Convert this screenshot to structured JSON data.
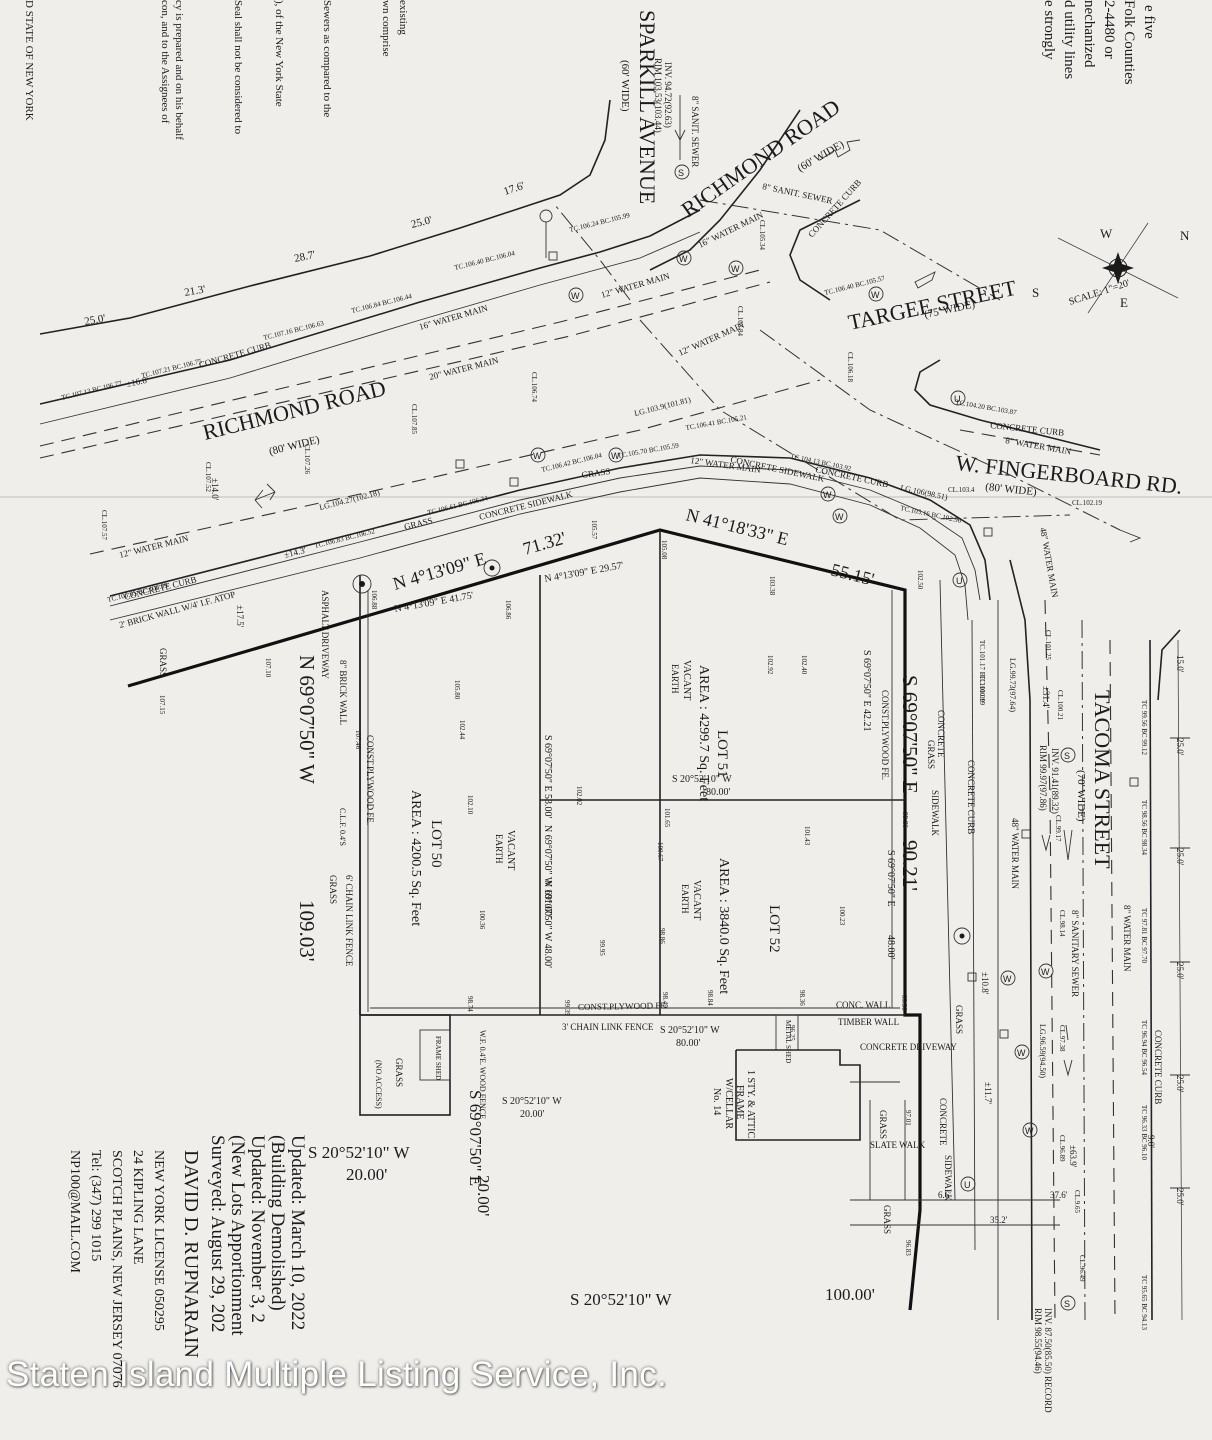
{
  "watermark": "Staten Island Multiple Listing Service, Inc.",
  "streets": {
    "sparkill_avenue": "SPARKILL AVENUE",
    "sparkill_width": "(60' WIDE)",
    "richmond_road_upper": "RICHMOND ROAD",
    "richmond_road_upper_width": "(60' WIDE)",
    "richmond_road_main": "RICHMOND ROAD",
    "richmond_road_main_width": "(80' WIDE)",
    "targee_street": "TARGEE STREET",
    "targee_width": "(75' WIDE)",
    "fingerboard": "W. FINGERBOARD RD.",
    "fingerboard_width": "(80' WIDE)",
    "tacoma_street": "TACOMA STREET",
    "tacoma_width": "(70' WIDE)"
  },
  "scale": "SCALE: 1\"=20'",
  "compass": {
    "n": "N",
    "s": "S",
    "e": "E",
    "w": "W"
  },
  "boundary": {
    "north_bearing": "N 4°13'09\" E",
    "north_dist": "71.32'",
    "ne_bearing": "N 41°18'33\" E",
    "ne_dist": "55.15'",
    "east_bearing": "S 69°07'50\" E",
    "east_dist": "90.21'",
    "west_bearing": "N 69°07'50\" W",
    "west_dist": "109.03'",
    "south_bearing": "S 20°52'10\" W",
    "south_dist": "100.00'",
    "jog_bearing": "S 69°07'50\" E",
    "jog_dist": "20.00'",
    "jog_south_bearing": "S 20°52'10\" W",
    "jog_south_dist": "20.00'"
  },
  "lots": [
    {
      "name": "LOT 51",
      "area": "AREA : 4299.7 Sq. Feet",
      "status": "VACANT",
      "surface": "EARTH"
    },
    {
      "name": "LOT 50",
      "area": "AREA : 4200.5 Sq. Feet",
      "status": "VACANT",
      "surface": "EARTH"
    },
    {
      "name": "LOT 52",
      "area": "AREA : 3840.0 Sq. Feet",
      "status": "VACANT",
      "surface": "EARTH"
    }
  ],
  "inner_dims": {
    "lot51_north": "N 4°13'09\" E   29.57'",
    "lot50_north": "N 4°13'09\" E   41.75'",
    "lot51_sw": "S 69°07'50\" E   53.00'",
    "lot51_se": "S 69°07'50\" E   42.21",
    "lot50_east_a": "N 69°07'50\" W   101.00'",
    "lot50_east_b": "N 69°07'50\" W   48.00'",
    "mid_line": "S 20°52'10\" W",
    "mid_line_dist": "80.00'",
    "lot52_east": "S 69°07'50\" E",
    "lot52_east_dist": "48.00'",
    "south_inner": "S 20°52'10\" W",
    "south_inner_dist": "80.00'",
    "jog_inner": "S 20°52'10\" W",
    "jog_inner_dist": "20.00'"
  },
  "utilities": {
    "sanit_sewer_8": "8\" SANIT. SEWER",
    "sanitary_sewer_8": "8\" SANITARY SEWER",
    "water_main_12": "12\" WATER MAIN",
    "water_main_16": "16\" WATER MAIN",
    "water_main_20": "20\" WATER MAIN",
    "water_main_8": "8\" WATER MAIN",
    "water_main_48": "48\" WATER MAIN",
    "rim_upper": "RIM 103.53(103.44)",
    "inv_upper": "INV. 94.72(92.63)",
    "rim_east": "RIM 99.97(97.86)",
    "inv_east": "INV. 91.41(89.32)",
    "rim_south": "RIM 98.55(94.46)",
    "inv_south": "INV. 87.50(85.50) RECORD"
  },
  "features": {
    "concrete_curb": "CONCRETE CURB",
    "concrete_sidewalk": "CONCRETE SIDEWALK",
    "grass": "GRASS",
    "asphalt_driveway": "ASPHALT DRIVEWAY",
    "brick_wall": "8\" BRICK WALL",
    "brick_wall_atop": "2' BRICK WALL W/4' I.F. ATOP",
    "const_plywood": "CONST.PLYWOOD FE.",
    "chain_link": "3' CHAIN LINK FENCE",
    "chain_link_6": "6' CHAIN LINK FENCE",
    "conc_wall": "CONC. WALL",
    "timber_wall": "TIMBER WALL",
    "concrete_driveway": "CONCRETE DRIVEWAY",
    "slate_walk": "SLATE WALK",
    "sidewalk": "SIDEWALK",
    "concrete": "CONCRETE",
    "metal_shed": "METAL SHED",
    "frame_shed": "FRAME SHED",
    "wood_fence": "W.F. 0.4'E. WOOD FENCE",
    "no_access": "(NO ACCESS)",
    "clf": "C.L.F. 0.4'S",
    "house": [
      "1 STY. & ATTIC",
      "FRAME",
      "W/CELLAR",
      "No. 14"
    ]
  },
  "offsets": {
    "d_25a": "25.0'",
    "d_213": "21.3'",
    "d_287": "28.7'",
    "d_250": "25.0'",
    "d_176": "17.6'",
    "d_168": "±16.8'",
    "d_140": "±14.0'",
    "d_143": "±14.3'",
    "d_175": "±17.5'",
    "t_250a": "25.0'",
    "t_250b": "25.0'",
    "t_250c": "25.0'",
    "t_250d": "25.0'",
    "t_250e": "25.0'",
    "t_150": "15.0'",
    "d_314": "±31.4'",
    "d_108": "±10.8'",
    "d_117": "±11.7'",
    "d_639": "±63.9'",
    "d_376": "37.6'",
    "d_352": "35.2'",
    "d_66": "6.6'",
    "d_90": "9.0'"
  },
  "elevations": {
    "tc107_13": "TC.107.13 BC.106.77",
    "tc107_21": "TC.107.21 BC.106.75",
    "tc107_16": "TC.107.16 BC.106.63",
    "tc106_84": "TC.106.84 BC.106.44",
    "tc106_40": "TC.106.40 BC.106.04",
    "tc106_24": "TC.106.24 BC.105.99",
    "tc106_95": "TC.106.95 BC.106.89",
    "tc106_83": "TC.106.83 BC.106.52",
    "tc106_61": "TC.106.61 BC.106.34",
    "tc106_42": "TC.106.42 BC.106.04",
    "tc105_70": "TC.105.70 BC.105.59",
    "tc106_41": "TC.106.41 BC.105.21",
    "tc104_13": "TC.104.13 BC.103.92",
    "tc103_16": "TC.103.16 BC.102.96",
    "tc106_40b": "TC.106.40 BC.105.57",
    "tc104_20": "TC.104.20 BC.103.87",
    "lg104": "LG.104.27(102.18)",
    "lg103": "LG.103.9(101.81)",
    "lg106": "LG.106(98.51)",
    "lg99": "LG.99.73(97.64)",
    "lg96": "LG.96.59(94.50)",
    "cl107_57": "CL.107.57",
    "cl107_52": "CL.107.52",
    "cl107_26": "CL.107.26",
    "cl107_85": "CL.107.85",
    "cl106_74": "CL.106.74",
    "cl105_84": "CL.105.84",
    "cl105_34": "CL.105.34",
    "cl106_18": "CL.106.18",
    "cl103_4": "CL.103.4",
    "cl102_19": "CL.102.19",
    "cl101_25": "CL.101.25",
    "cl100_21": "CL.100.21",
    "cl99_17": "CL.99.17",
    "cl98_14": "CL.98.14",
    "cl97_38": "CL.97.38",
    "cl96_89": "CL.96.89",
    "cl96_49": "CL.96.49",
    "cl9_65": "CL.9.65",
    "tc101_17": "TC.101.17 BC.101.09",
    "tc100_19": "TC.100.19",
    "tc99_56": "TC 99.56 BC 99.12",
    "tc98_56": "TC 98.56 BC 98.34",
    "tc97_81": "TC 97.81 BC 97.70",
    "tc96_94": "TC 96.94 BC 96.54",
    "tc96_33": "TC 96.33 BC 96.10",
    "tc95_65": "TC 95.65 BC 94.13",
    "e106_88": "106.88",
    "e107_10": "107.10",
    "e107_15": "107.15",
    "e106_86": "106.86",
    "e105_08": "105.08",
    "e103_38": "103.38",
    "e102_92": "102.92",
    "e102_40": "102.40",
    "e105_80": "105.80",
    "e102_44": "102.44",
    "e102_10": "102.10",
    "e102_02": "102.02",
    "e101_65": "101.65",
    "e101_43": "101.43",
    "e100_67": "100.67",
    "e100_36": "100.36",
    "e99_95": "99.95",
    "e99_86": "99.86",
    "e98_86": "98.86",
    "e98_74": "98.74",
    "e99_39": "99.39",
    "e98_49": "98.49",
    "e98_84": "98.84",
    "e98_36": "98.36",
    "e100_23": "100.23",
    "e105_57": "105.57",
    "e107_46": "107.46",
    "e102_50": "102.50",
    "e99_90": "99.90",
    "e97_01": "97.01",
    "e96_83": "96.83",
    "e96_25": "96.25"
  },
  "top_notes": [
    "e five",
    "Folk Counties",
    "2-4480 or",
    "nechanized",
    "d utility lines",
    "e strongly"
  ],
  "left_notes": [
    "existing",
    "wn comprise",
    "Sewers as compared to the",
    "), of the New York State",
    "Seal shall not be considered to",
    "cy is prepared and on his behalf",
    "con, and to the Assignees of",
    "D STATE OF NEW YORK"
  ],
  "title_block": {
    "updated_1": "Updated: March 10, 2022",
    "demolished": "(Building Demolished)",
    "updated_2": "Updated: November 3, 2",
    "new_lots": "(New Lots Apportionment",
    "surveyed": "Surveyed: August 29, 202",
    "surveyor": "DAVID D. RUPNARAIN",
    "license": "NEW YORK LICENSE 050295",
    "street": "24 KIPLING LANE",
    "city": "SCOTCH PLAINS, NEW JERSEY 07076",
    "tel": "Tel: (347) 299 1015",
    "email": "NP100@MAIL.COM"
  }
}
